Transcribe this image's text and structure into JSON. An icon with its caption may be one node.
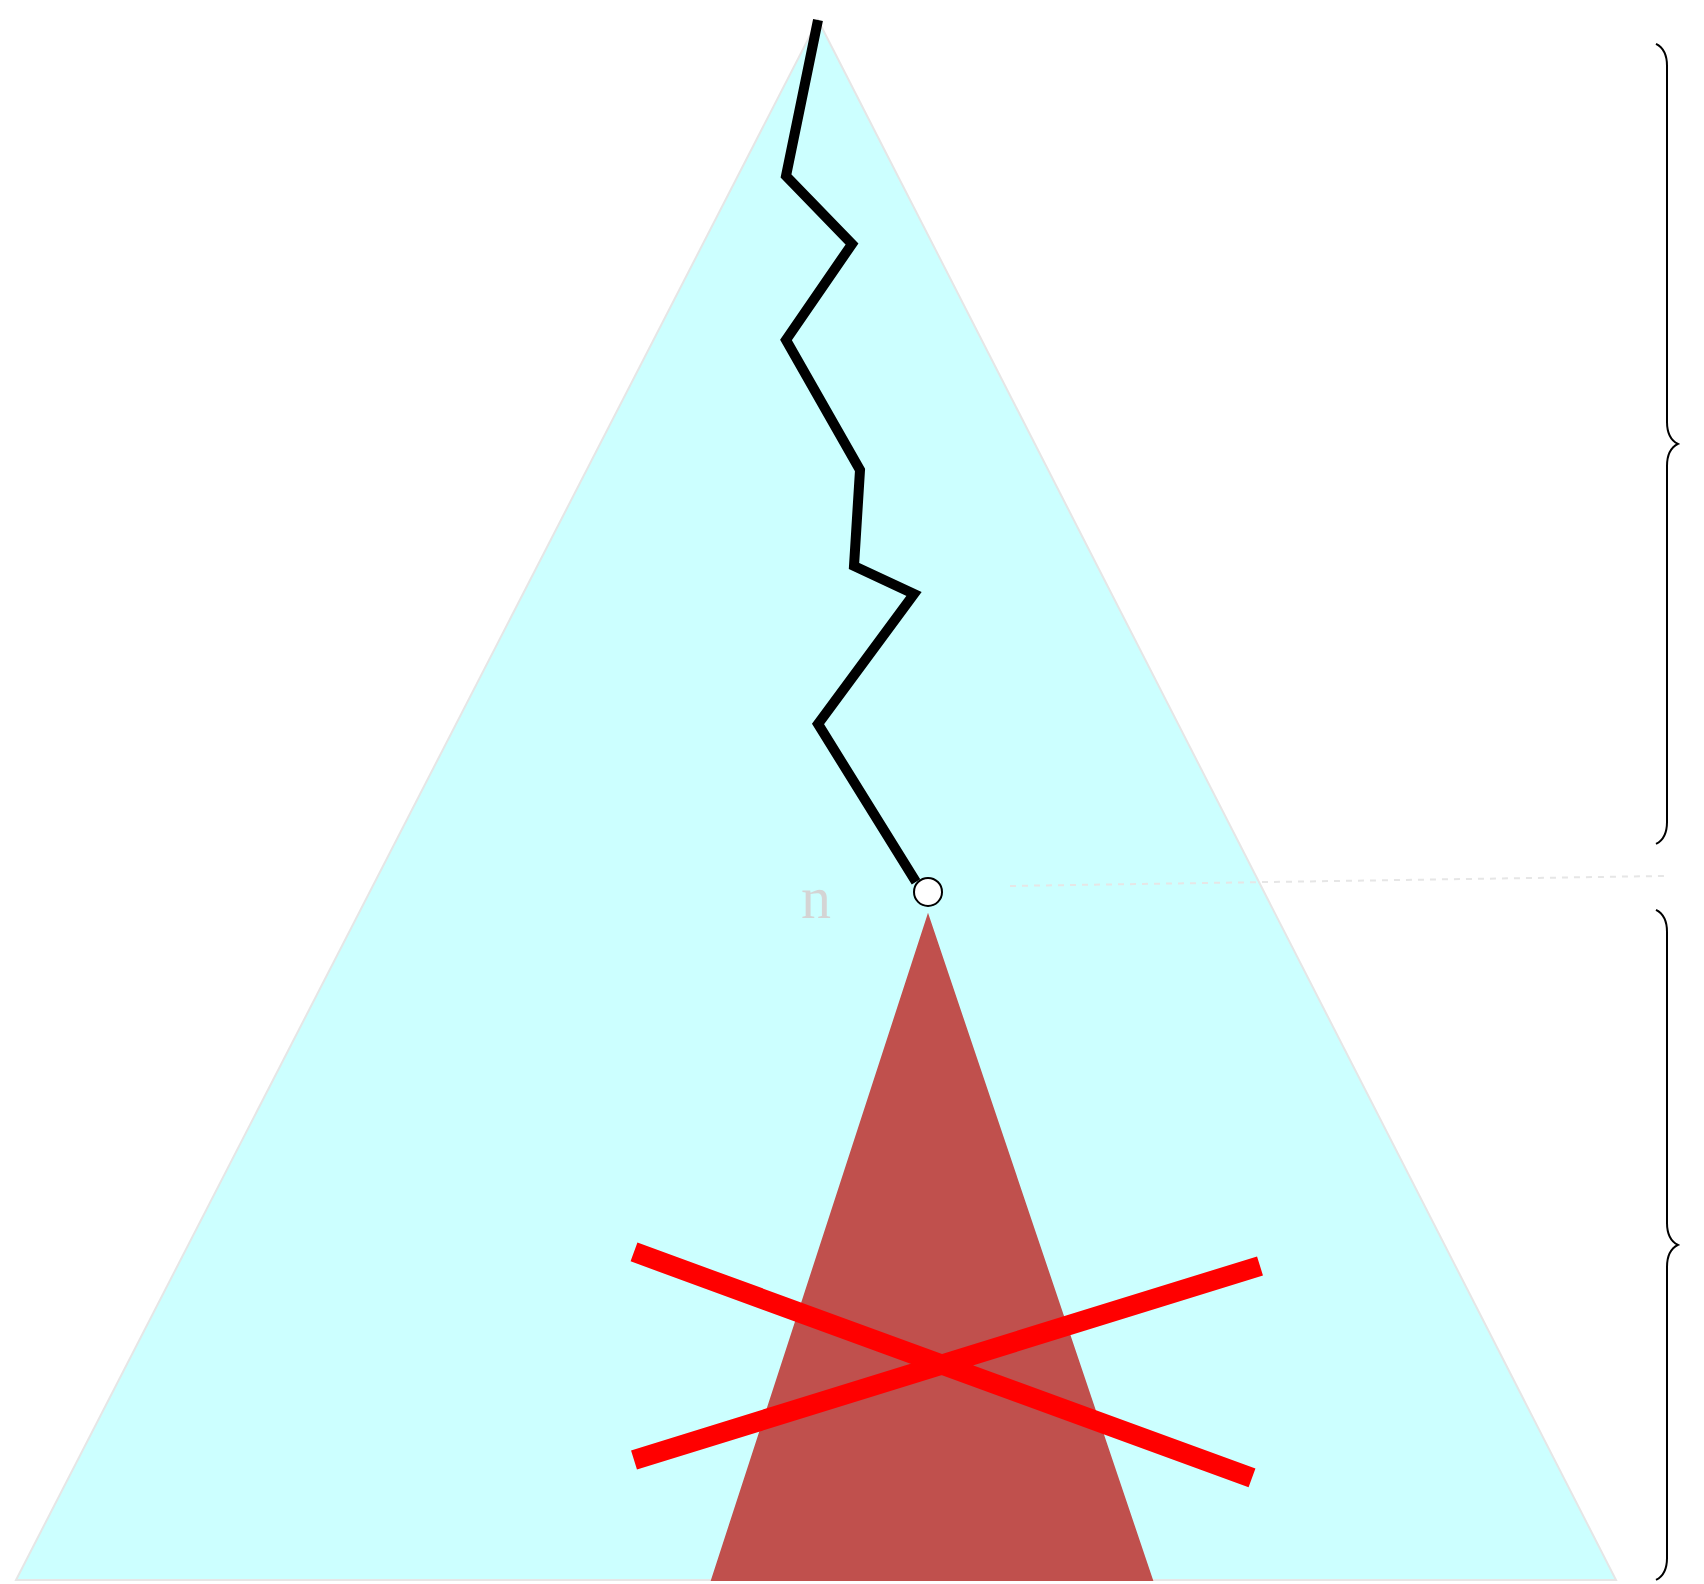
{
  "diagram": {
    "nodes": [
      {
        "text": [],
        "shape": "triangle"
      },
      {
        "text": [],
        "shape": "circle",
        "in": 0
      },
      {
        "text": [],
        "shape": "triangle",
        "in": 0
      }
    ],
    "labels": [
      "n"
    ]
  }
}
